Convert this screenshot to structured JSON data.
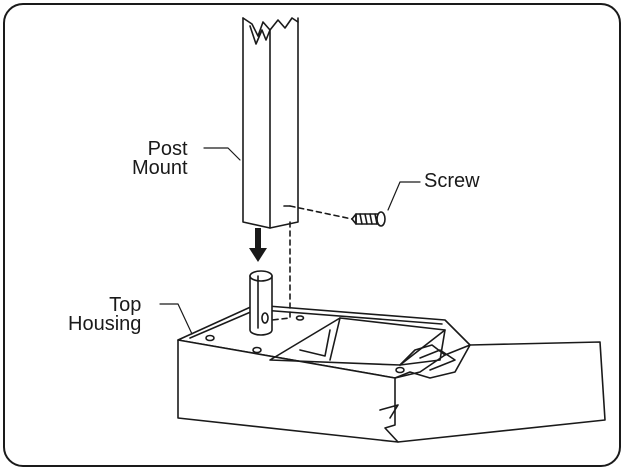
{
  "labels": {
    "post_mount": [
      "Post",
      "Mount"
    ],
    "screw": "Screw",
    "top_housing": [
      "Top",
      "Housing"
    ]
  },
  "colors": {
    "line": "#1a1a1a",
    "background": "#ffffff"
  }
}
